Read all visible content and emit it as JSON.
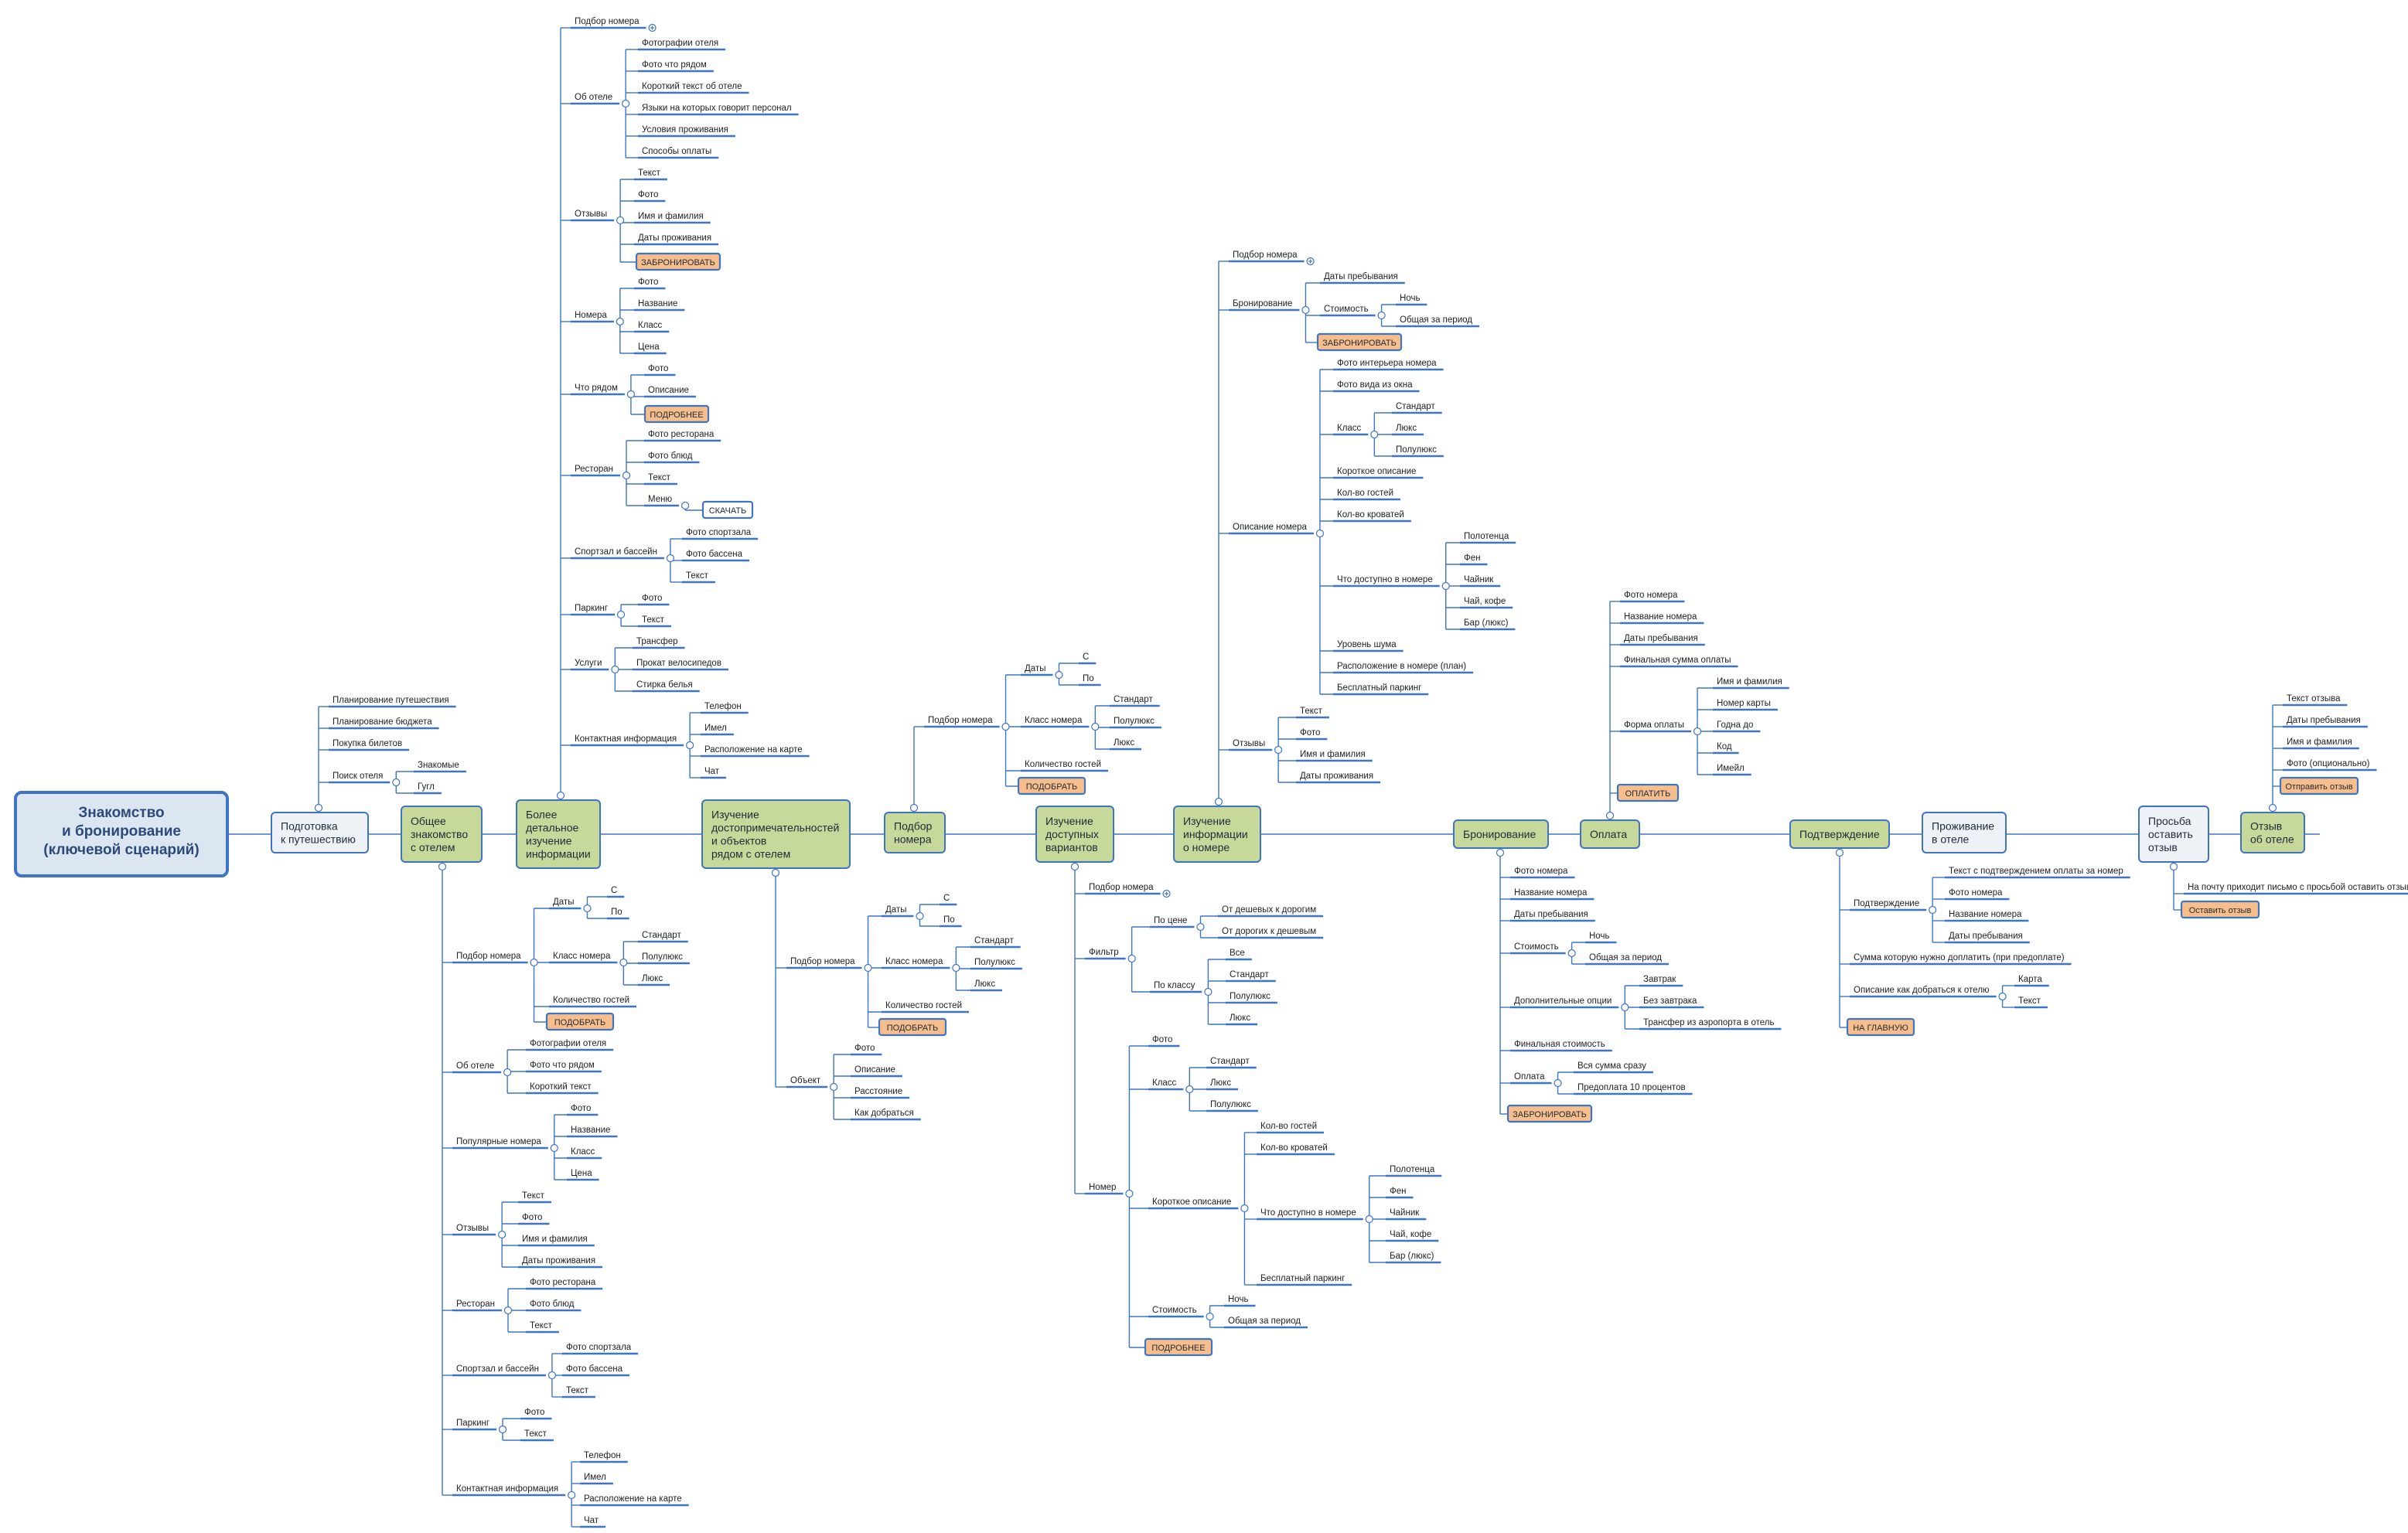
{
  "root": [
    "Знакомство",
    "и бронирование",
    "(ключевой сценарий)"
  ],
  "steps": [
    [
      "Подготовка",
      "к путешествию"
    ],
    [
      "Общее",
      "знакомство",
      "с отелем"
    ],
    [
      "Более",
      "детальное",
      "изучение",
      "информации"
    ],
    [
      "Изучение",
      "достопримечательностей",
      "и объектов",
      "рядом с отелем"
    ],
    [
      "Подбор",
      "номера"
    ],
    [
      "Изучение",
      "доступных",
      "вариантов"
    ],
    [
      "Изучение",
      "информации",
      "о номере"
    ],
    [
      "Бронирование"
    ],
    [
      "Оплата"
    ],
    [
      "Подтверждение"
    ],
    [
      "Проживание",
      "в отеле"
    ],
    [
      "Просьба",
      "оставить",
      "отзыв"
    ],
    [
      "Отзыв",
      "об отеле"
    ]
  ],
  "labels": [
    "Подбор номера",
    "Об отеле",
    "Фотографии отеля",
    "Фото что рядом",
    "Короткий текст об отеле",
    "Языки на которых говорит персонал",
    "Условия проживания",
    "Способы оплаты",
    "Отзывы",
    "Текст",
    "Фото",
    "Имя и фамилия",
    "Даты проживания",
    "ЗАБРОНИРОВАТЬ",
    "Номера",
    "Фото",
    "Название",
    "Класс",
    "Цена",
    "Что рядом",
    "Фото",
    "Описание",
    "ПОДРОБНЕЕ",
    "Ресторан",
    "Фото ресторана",
    "Фото блюд",
    "Текст",
    "Меню",
    "СКАЧАТЬ",
    "Спортзал и бассейн",
    "Фото спортзала",
    "Фото бассена",
    "Текст",
    "Паркинг",
    "Фото",
    "Текст",
    "Услуги",
    "Трансфер",
    "Прокат велосипедов",
    "Стирка белья",
    "Контактная информация",
    "Телефон",
    "Имел",
    "Расположение на карте",
    "Чат",
    "Планирование путешествия",
    "Планирование бюджета",
    "Покупка билетов",
    "Поиск отеля",
    "Знакомые",
    "Гугл",
    "Подбор номера",
    "Даты",
    "С",
    "По",
    "Класс номера",
    "Стандарт",
    "Полулюкс",
    "Люкс",
    "Количество гостей",
    "ПОДОБРАТЬ",
    "Об отеле",
    "Фотографии отеля",
    "Фото что рядом",
    "Короткий текст",
    "Популярные номера",
    "Фото",
    "Название",
    "Класс",
    "Цена",
    "Отзывы",
    "Текст",
    "Фото",
    "Имя и фамилия",
    "Даты проживания",
    "Ресторан",
    "Фото ресторана",
    "Фото блюд",
    "Текст",
    "Спортзал и бассейн",
    "Фото спортзала",
    "Фото бассена",
    "Текст",
    "Паркинг",
    "Фото",
    "Текст",
    "Контактная информация",
    "Телефон",
    "Имел",
    "Расположение на карте",
    "Чат",
    "Подбор номера",
    "Даты",
    "С",
    "По",
    "Класс номера",
    "Стандарт",
    "Полулюкс",
    "Люкс",
    "Количество гостей",
    "ПОДОБРАТЬ",
    "Объект",
    "Фото",
    "Описание",
    "Расстояние",
    "Как добраться",
    "Подбор номера",
    "Даты",
    "С",
    "По",
    "Класс номера",
    "Стандарт",
    "Полулюкс",
    "Люкс",
    "Количество гостей",
    "ПОДОБРАТЬ",
    "Подбор номера",
    "Фильтр",
    "По цене",
    "От дешевых к дорогим",
    "От дорогих к дешевым",
    "По классу",
    "Все",
    "Стандарт",
    "Полулюкс",
    "Люкс",
    "Номер",
    "Фото",
    "Класс",
    "Стандарт",
    "Люкс",
    "Полулюкс",
    "Короткое описание",
    "Кол-во гостей",
    "Кол-во кроватей",
    "Что доступно в номере",
    "Полотенца",
    "Фен",
    "Чайник",
    "Чай, кофе",
    "Бар (люкс)",
    "Бесплатный паркинг",
    "Стоимость",
    "Ночь",
    "Общая за период",
    "ПОДРОБНЕЕ",
    "Подбор номера",
    "Бронирование",
    "Даты пребывания",
    "Стоимость",
    "Ночь",
    "Общая за период",
    "ЗАБРОНИРОВАТЬ",
    "Описание номера",
    "Фото интерьера номера",
    "Фото вида из окна",
    "Класс",
    "Стандарт",
    "Люкс",
    "Полулюкс",
    "Короткое описание",
    "Кол-во гостей",
    "Кол-во кроватей",
    "Что доступно в номере",
    "Полотенца",
    "Фен",
    "Чайник",
    "Чай, кофе",
    "Бар (люкс)",
    "Уровень шума",
    "Расположение в номере (план)",
    "Бесплатный паркинг",
    "Отзывы",
    "Текст",
    "Фото",
    "Имя и фамилия",
    "Даты проживания",
    "Фото номера",
    "Название номера",
    "Даты пребывания",
    "Стоимость",
    "Ночь",
    "Общая за период",
    "Дополнительные опции",
    "Завтрак",
    "Без завтрака",
    "Трансфер из аэропорта в отель",
    "Финальная стоимость",
    "Оплата",
    "Вся сумма сразу",
    "Предоплата 10 процентов",
    "ЗАБРОНИРОВАТЬ",
    "Фото номера",
    "Название номера",
    "Даты пребывания",
    "Финальная сумма оплаты",
    "Форма оплаты",
    "Имя и фамилия",
    "Номер карты",
    "Годна до",
    "Код",
    "Имейл",
    "ОПЛАТИТЬ",
    "Подтверждение",
    "Текст с подтверждением оплаты за номер",
    "Фото номера",
    "Название номера",
    "Даты пребывания",
    "Сумма которую нужно доплатить (при предоплате)",
    "Описание как добраться к отелю",
    "Карта",
    "Текст",
    "НА ГЛАВНУЮ",
    "Текст отзыва",
    "Даты пребывания",
    "Имя и фамилия",
    "Фото (опционально)",
    "Отправить отзыв",
    "На почту приходит письмо с просьбой оставить отзыв",
    "Оставить отзыв"
  ]
}
